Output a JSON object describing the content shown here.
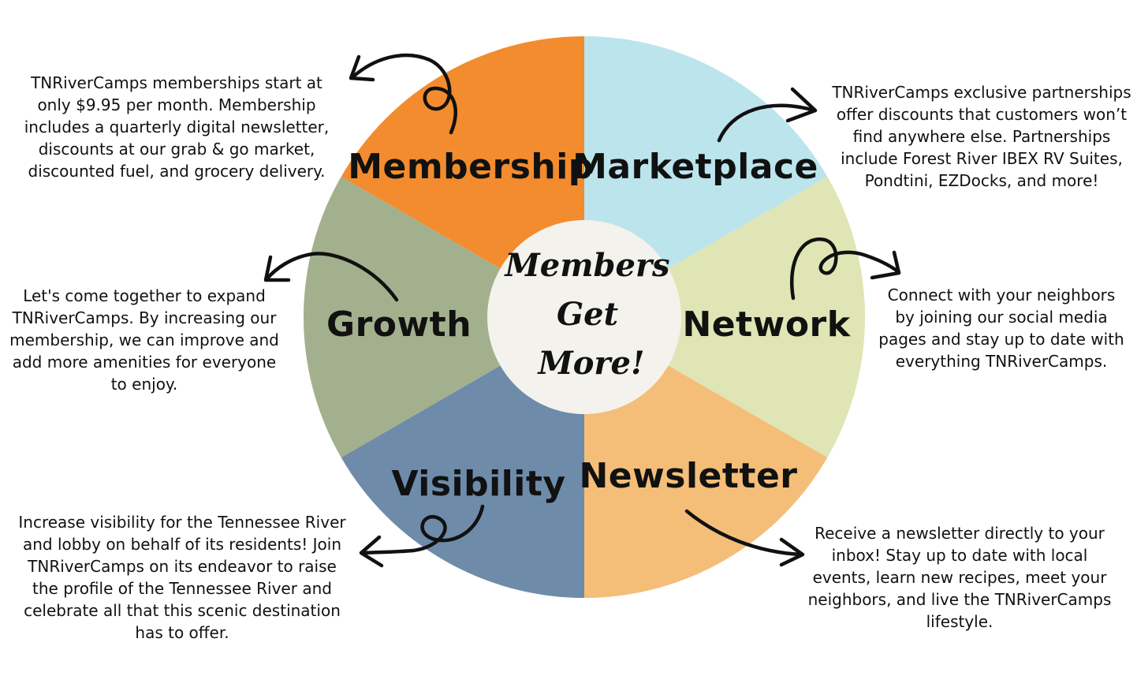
{
  "hub": {
    "lines": [
      "Members",
      "Get",
      "More!"
    ]
  },
  "segments": [
    {
      "key": "membership",
      "label": "Membership",
      "color": "#F28C2E"
    },
    {
      "key": "marketplace",
      "label": "Marketplace",
      "color": "#BBE4EC"
    },
    {
      "key": "network",
      "label": "Network",
      "color": "#DFE5B5"
    },
    {
      "key": "newsletter",
      "label": "Newsletter",
      "color": "#F4BE78"
    },
    {
      "key": "visibility",
      "label": "Visibility",
      "color": "#6E8BAA"
    },
    {
      "key": "growth",
      "label": "Growth",
      "color": "#A3B08D"
    }
  ],
  "descriptions": {
    "membership": [
      "TNRiverCamps memberships start at",
      "only $9.95 per month. Membership",
      "includes a quarterly digital newsletter,",
      "discounts at our grab & go market,",
      "discounted fuel, and grocery delivery."
    ],
    "marketplace": [
      "TNRiverCamps exclusive partnerships",
      "offer discounts that customers won’t",
      "find anywhere else. Partnerships",
      "include Forest River IBEX RV Suites,",
      "Pondtini, EZDocks, and more!"
    ],
    "growth": [
      "Let's come together to expand",
      "TNRiverCamps. By increasing our",
      "membership, we can improve and",
      "add more amenities for everyone",
      "to enjoy."
    ],
    "network": [
      "Connect with your neighbors",
      "by joining our social media",
      "pages and stay up to date with",
      "everything TNRiverCamps."
    ],
    "visibility": [
      "Increase visibility for the Tennessee River",
      "and lobby on behalf of its residents! Join",
      "TNRiverCamps on its endeavor to raise",
      "the profile of the Tennessee River and",
      "celebrate all that this scenic destination",
      "has to offer."
    ],
    "newsletter": [
      "Receive a newsletter directly to your",
      "inbox! Stay up to date with local",
      "events, learn new recipes, meet your",
      "neighbors, and live the TNRiverCamps",
      "lifestyle."
    ]
  },
  "colors": {
    "hub": "#F4F2EC",
    "ink": "#111111"
  }
}
